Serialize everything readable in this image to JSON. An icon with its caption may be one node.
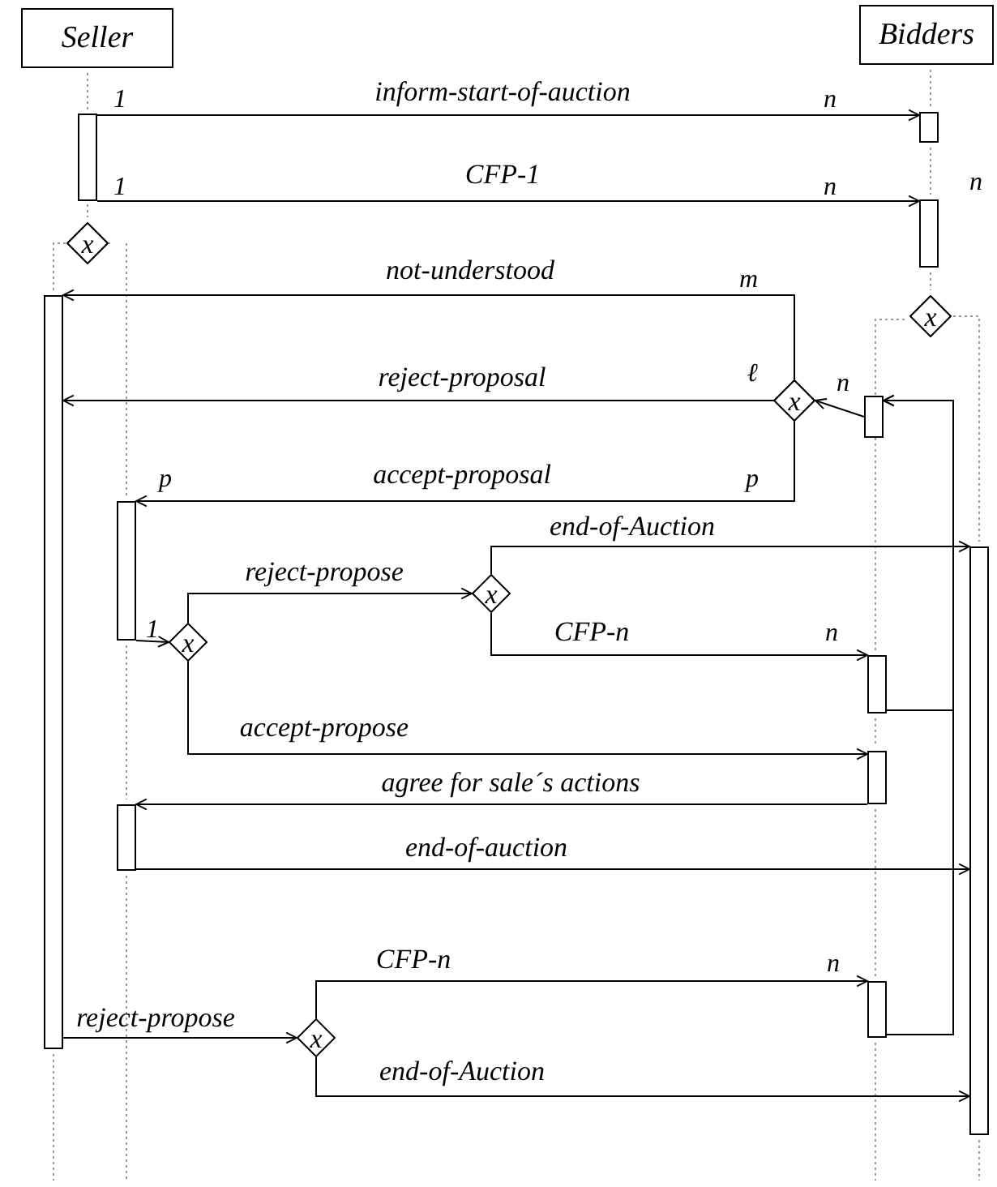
{
  "diagram": {
    "nodes": [
      {
        "text": [
          "Seller"
        ]
      },
      {
        "text": [
          "Bidders"
        ]
      },
      {
        "text": [],
        "shape": "bar"
      },
      {
        "text": [],
        "shape": "bar"
      },
      {
        "text": [],
        "shape": "bar"
      },
      {
        "text": [
          "x"
        ]
      },
      {
        "text": [
          "x"
        ]
      },
      {
        "text": [],
        "shape": "bar"
      },
      {
        "text": [
          "x"
        ]
      },
      {
        "text": [],
        "shape": "bar"
      },
      {
        "text": [],
        "shape": "bar"
      },
      {
        "text": [
          "x"
        ]
      },
      {
        "text": [
          "x"
        ]
      },
      {
        "text": [],
        "shape": "bar"
      },
      {
        "text": [],
        "shape": "bar"
      },
      {
        "text": [],
        "shape": "bar"
      },
      {
        "text": [],
        "shape": "bar"
      },
      {
        "text": [
          "x"
        ]
      },
      {
        "text": [],
        "shape": "bar"
      }
    ],
    "edges": [
      {
        "from": 2,
        "to": 3,
        "arrow": "to",
        "label": "inform-start-of-auction"
      },
      {
        "from": 2,
        "to": 4,
        "arrow": "to",
        "label": "CFP-1"
      },
      {
        "from": 9,
        "to": 8,
        "arrow": "to"
      },
      {
        "from": 8,
        "to": 7,
        "arrow": "to",
        "label": "not-understood"
      },
      {
        "from": 8,
        "to": 7,
        "arrow": "to",
        "label": "reject-proposal"
      },
      {
        "from": 8,
        "to": 10,
        "arrow": "to",
        "label": "accept-proposal"
      },
      {
        "from": 10,
        "to": 11,
        "arrow": "to"
      },
      {
        "from": 11,
        "to": 12,
        "arrow": "to",
        "label": "reject-propose"
      },
      {
        "from": 12,
        "to": 13,
        "arrow": "to",
        "label": "end-of-Auction"
      },
      {
        "from": 12,
        "to": 14,
        "arrow": "to",
        "label": "CFP-n"
      },
      {
        "from": 11,
        "to": 15,
        "arrow": "to",
        "label": "accept-propose"
      },
      {
        "from": 15,
        "to": 16,
        "arrow": "to",
        "label": "agree for sale´s actions"
      },
      {
        "from": 16,
        "to": 13,
        "arrow": "to",
        "label": "end-of-auction"
      },
      {
        "from": 7,
        "to": 17,
        "arrow": "to",
        "label": "reject-propose"
      },
      {
        "from": 17,
        "to": 18,
        "arrow": "to",
        "label": "CFP-n"
      },
      {
        "from": 17,
        "to": 13,
        "arrow": "to",
        "label": "end-of-Auction"
      },
      {
        "from": 14,
        "to": 9,
        "arrow": "to"
      },
      {
        "from": 18,
        "to": 9,
        "arrow": "to"
      }
    ],
    "labels": [
      "1",
      "n",
      "1",
      "n",
      "n",
      "m",
      "ℓ",
      "n",
      "p",
      "p",
      "1",
      "n",
      "n"
    ]
  }
}
